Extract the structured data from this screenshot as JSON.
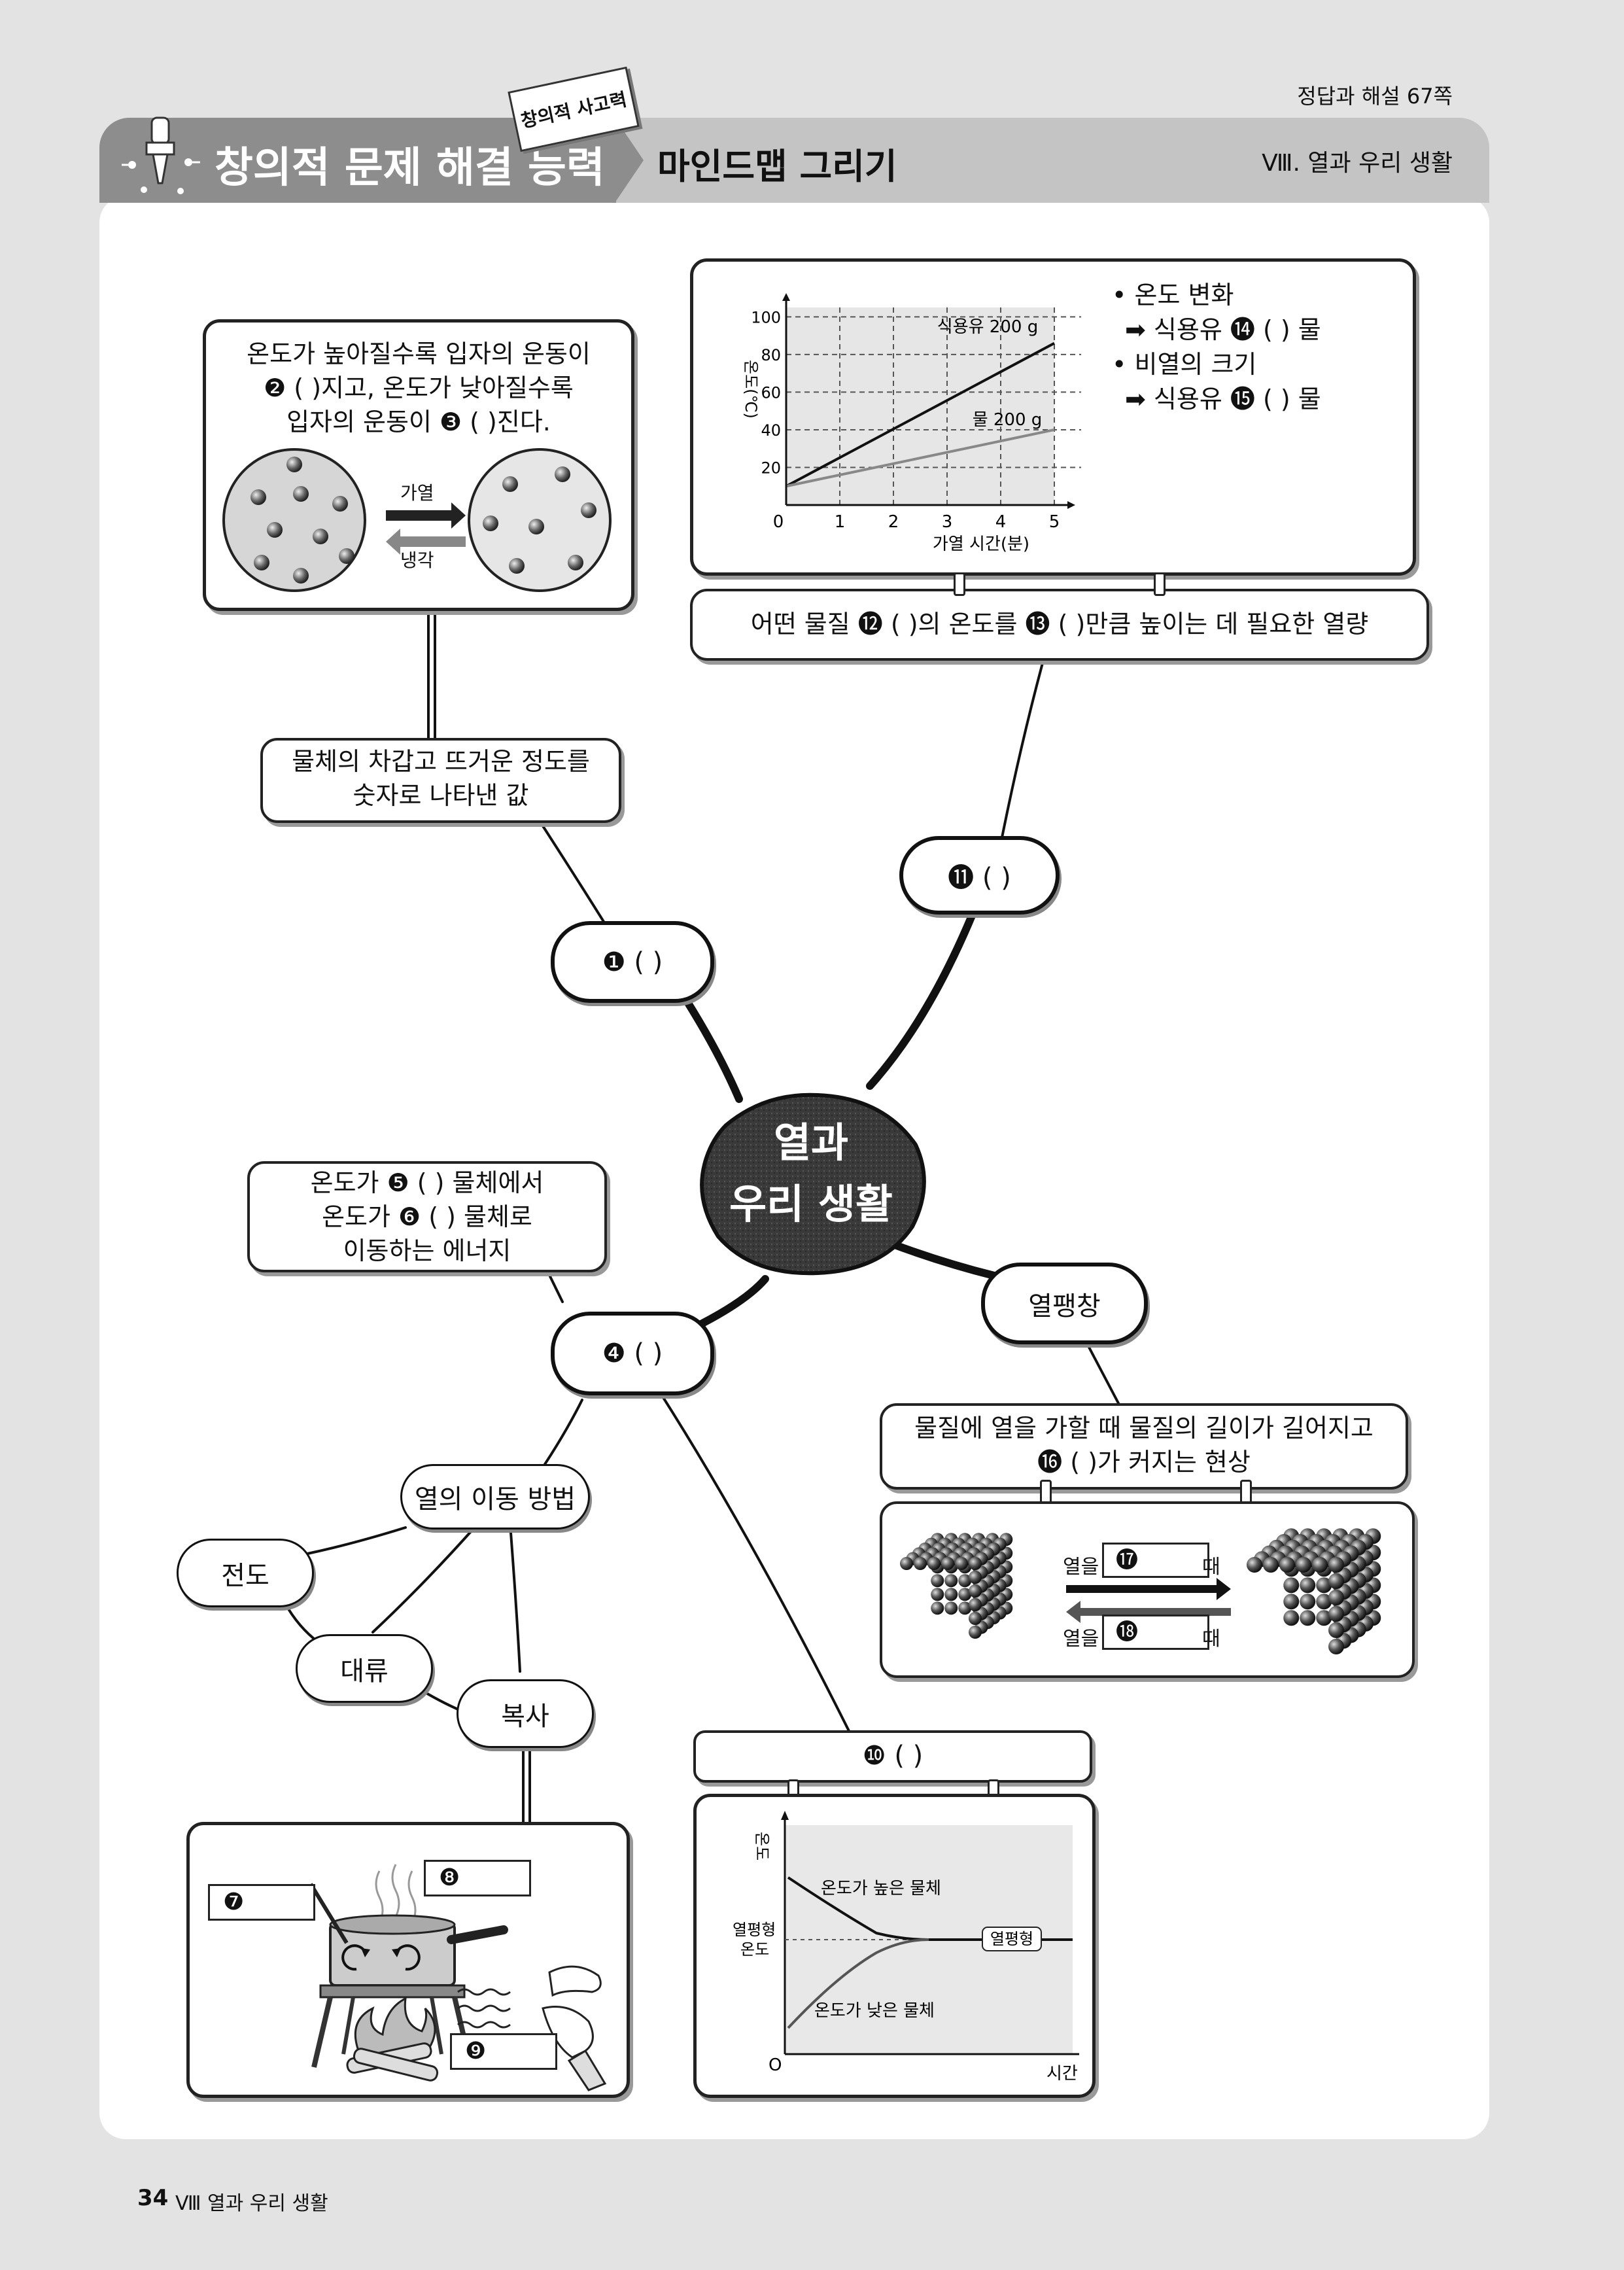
{
  "header": {
    "answer_ref": "정답과 해설 67쪽",
    "title": "창의적 문제 해결 능력",
    "badge": "창의적 사고력",
    "subtitle": "마인드맵 그리기",
    "unit": "Ⅷ. 열과 우리 생활"
  },
  "center": {
    "line1": "열과",
    "line2": "우리 생활"
  },
  "temperature": {
    "node": "❶ (          )",
    "definition_line1": "물체의 차갑고 뜨거운 정도를",
    "definition_line2": "숫자로 나타낸 값",
    "particle_line1": "온도가 높아질수록 입자의 운동이",
    "particle_line2": "❷ (          )지고, 온도가 낮아질수록",
    "particle_line3": "입자의 운동이 ❸ (          )진다.",
    "heat_label": "가열",
    "cool_label": "냉각"
  },
  "specific_heat": {
    "node": "⓫ (          )",
    "definition": "어떤 물질 ⓬ (          )의 온도를 ⓭ (          )만큼 높이는 데 필요한 열량",
    "bullet1_title": "• 온도 변화",
    "bullet1_value": "➡ 식용유 ⓮ (       ) 물",
    "bullet2_title": "• 비열의 크기",
    "bullet2_value": "➡ 식용유 ⓯ (       ) 물"
  },
  "heat": {
    "node": "❹ (       )",
    "def_line1": "온도가 ❺ (          ) 물체에서",
    "def_line2": "온도가 ❻ (          ) 물체로",
    "def_line3": "이동하는 에너지",
    "transfer_methods": "열의 이동 방법",
    "conduction": "전도",
    "convection": "대류",
    "radiation": "복사",
    "blank7": "❼",
    "blank8": "❽",
    "blank9": "❾"
  },
  "equilibrium": {
    "node": "❿ (          )",
    "ylabel": "온도",
    "xlabel": "시간",
    "origin": "O",
    "eq_temp_line1": "열평형",
    "eq_temp_line2": "온도",
    "eq_label": "열평형",
    "hot_label": "온도가 높은 물체",
    "cold_label": "온도가 낮은 물체"
  },
  "expansion": {
    "node": "열팽창",
    "def_line1": "물질에 열을 가할 때 물질의 길이가 길어지고",
    "def_line2": "⓰ (          )가 커지는 현상",
    "heat_prefix": "열을",
    "blank17": "⓱",
    "blank18": "⓲",
    "suffix": "때"
  },
  "footer": {
    "page": "34",
    "unit": "Ⅷ 열과 우리 생활"
  },
  "chart_data": {
    "type": "line",
    "xlabel": "가열 시간(분)",
    "ylabel": "온도(℃)",
    "xlim": [
      0,
      5.5
    ],
    "ylim": [
      0,
      105
    ],
    "x_ticks": [
      0,
      1,
      2,
      3,
      4,
      5
    ],
    "y_ticks": [
      20,
      40,
      60,
      80,
      100
    ],
    "grid": true,
    "series": [
      {
        "name": "식용유 200 g",
        "x": [
          0,
          5
        ],
        "y": [
          10,
          86
        ],
        "color": "#111111"
      },
      {
        "name": "물 200 g",
        "x": [
          0,
          5
        ],
        "y": [
          10,
          40
        ],
        "color": "#888888"
      }
    ]
  }
}
